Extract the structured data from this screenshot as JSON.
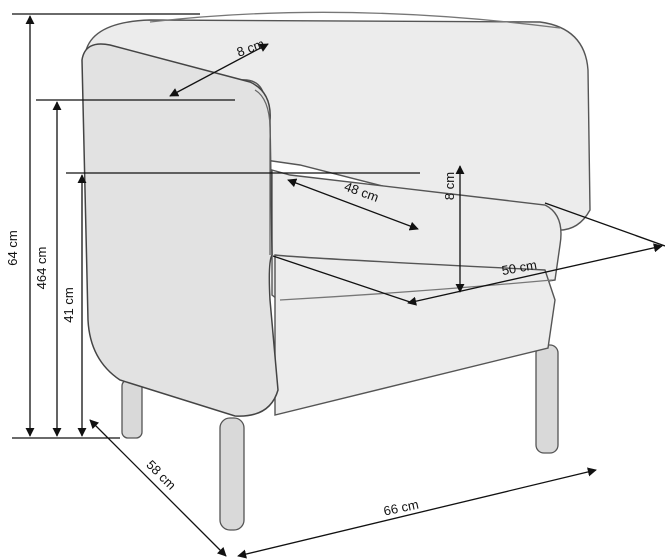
{
  "diagram": {
    "subject": "armchair",
    "dimensions": {
      "total_height": "64 cm",
      "armrest_height": "464 cm",
      "seat_height": "41 cm",
      "armrest_width": "8 cm",
      "seat_depth": "48 cm",
      "seat_thickness": "8 cm",
      "seat_width": "50 cm",
      "depth": "58 cm",
      "width": "66 cm"
    }
  }
}
